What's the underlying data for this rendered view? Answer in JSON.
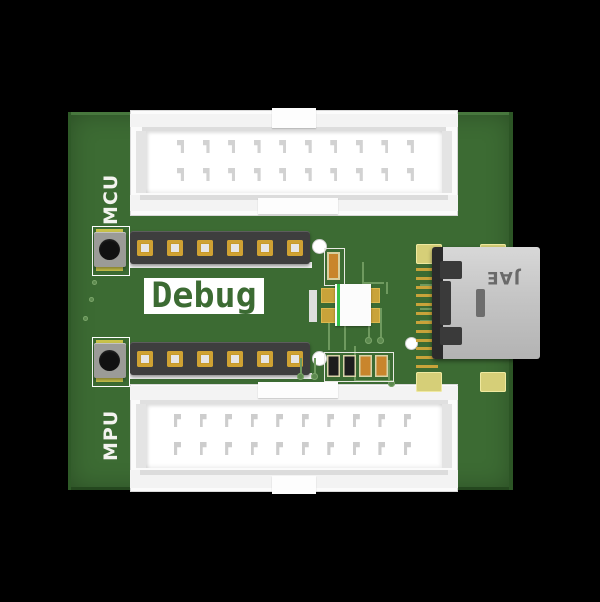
{
  "scene": {
    "background_color": "#000000",
    "subject": "debug-adapter-pcb"
  },
  "board": {
    "color": "#3c6b33",
    "silkscreen_color": "#f3f3ef",
    "labels": {
      "mcu": "MCU",
      "mpu": "MPU",
      "debug": "Debug"
    }
  },
  "connectors": {
    "header_mcu": {
      "name": "MCU",
      "type": "2x10 shrouded IDC header",
      "color": "#fbfbfb",
      "rows": 2,
      "columns": 10
    },
    "header_mpu": {
      "name": "MPU",
      "type": "2x10 shrouded IDC header",
      "color": "#fbfbfb",
      "rows": 2,
      "columns": 10
    },
    "pin_header_top": {
      "type": "1x6 header",
      "pins": 6,
      "color": "#3e3e3e",
      "contact_color": "#c79a2b"
    },
    "pin_header_bottom": {
      "type": "1x6 header",
      "pins": 6,
      "color": "#3e3e3e",
      "contact_color": "#c79a2b"
    },
    "usb": {
      "type": "USB-C receptacle",
      "brand": "JAE",
      "shell_color": "#c6c6c6"
    }
  },
  "buttons": {
    "reset_mcu": {
      "type": "tactile switch",
      "body_color": "#9b9b97",
      "cap_color": "#111111"
    },
    "reset_mpu": {
      "type": "tactile switch",
      "body_color": "#9b9b97",
      "cap_color": "#111111"
    }
  },
  "components": {
    "ic": {
      "type": "SMD IC",
      "color": "#fcfcfc"
    },
    "passives": [
      {
        "type": "capacitor",
        "color": "#1d1d1d"
      },
      {
        "type": "capacitor",
        "color": "#1d1d1d"
      },
      {
        "type": "resistor",
        "color": "#c9852c"
      },
      {
        "type": "resistor",
        "color": "#c9852c"
      },
      {
        "type": "resistor",
        "color": "#c9852c"
      }
    ]
  }
}
